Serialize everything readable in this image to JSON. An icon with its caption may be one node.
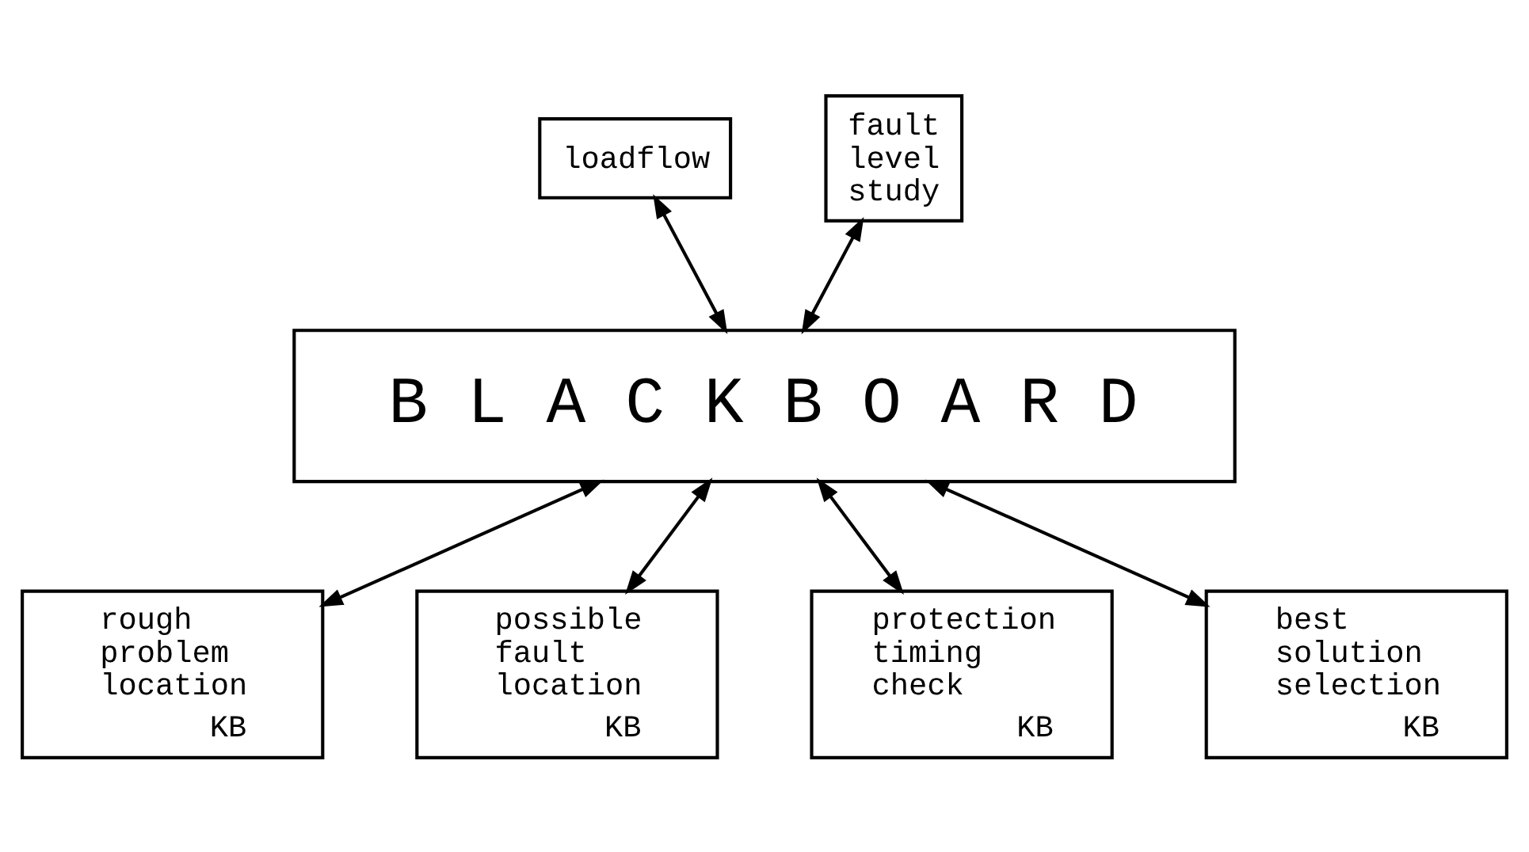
{
  "diagram": {
    "nodes": [
      {
        "text": [
          "B L A C K B O A R D"
        ]
      },
      {
        "text": [
          "loadflow"
        ]
      },
      {
        "text": [
          "fault level study"
        ]
      },
      {
        "text": [
          "rough problem location",
          "KB"
        ]
      },
      {
        "text": [
          "possible fault location",
          "KB"
        ]
      },
      {
        "text": [
          "protection timing check",
          "KB"
        ]
      },
      {
        "text": [
          "best solution selection",
          "KB"
        ]
      }
    ],
    "edges": [
      {
        "from": 1,
        "to": 0,
        "arrow": "both"
      },
      {
        "from": 2,
        "to": 0,
        "arrow": "both"
      },
      {
        "from": 0,
        "to": 3,
        "arrow": "both"
      },
      {
        "from": 0,
        "to": 4,
        "arrow": "both"
      },
      {
        "from": 0,
        "to": 5,
        "arrow": "both"
      },
      {
        "from": 0,
        "to": 6,
        "arrow": "both"
      }
    ]
  }
}
